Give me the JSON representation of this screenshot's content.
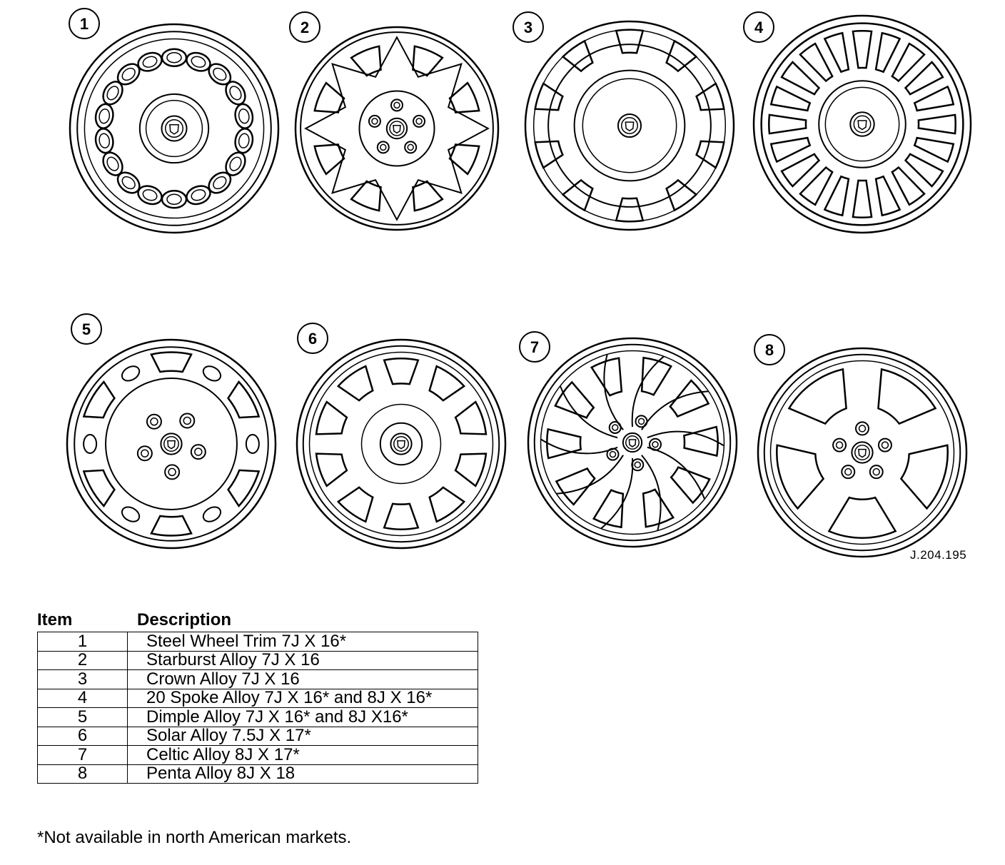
{
  "figure_ref": "J.204.195",
  "wheels": [
    {
      "number": "1",
      "style": "steel-trim"
    },
    {
      "number": "2",
      "style": "starburst"
    },
    {
      "number": "3",
      "style": "crown"
    },
    {
      "number": "4",
      "style": "20-spoke"
    },
    {
      "number": "5",
      "style": "dimple"
    },
    {
      "number": "6",
      "style": "solar"
    },
    {
      "number": "7",
      "style": "celtic"
    },
    {
      "number": "8",
      "style": "penta"
    }
  ],
  "table": {
    "headers": {
      "item": "Item",
      "description": "Description"
    },
    "rows": [
      {
        "item": "1",
        "description": "Steel Wheel Trim 7J X 16*"
      },
      {
        "item": "2",
        "description": "Starburst Alloy 7J X 16"
      },
      {
        "item": "3",
        "description": "Crown Alloy 7J X 16"
      },
      {
        "item": "4",
        "description": "20 Spoke Alloy 7J X 16* and 8J X 16*"
      },
      {
        "item": "5",
        "description": "Dimple Alloy 7J X 16* and 8J X16*"
      },
      {
        "item": "6",
        "description": "Solar Alloy 7.5J X 17*"
      },
      {
        "item": "7",
        "description": "Celtic Alloy 8J X 17*"
      },
      {
        "item": "8",
        "description": "Penta Alloy 8J X 18"
      }
    ]
  },
  "footnote": "*Not available in north American markets."
}
